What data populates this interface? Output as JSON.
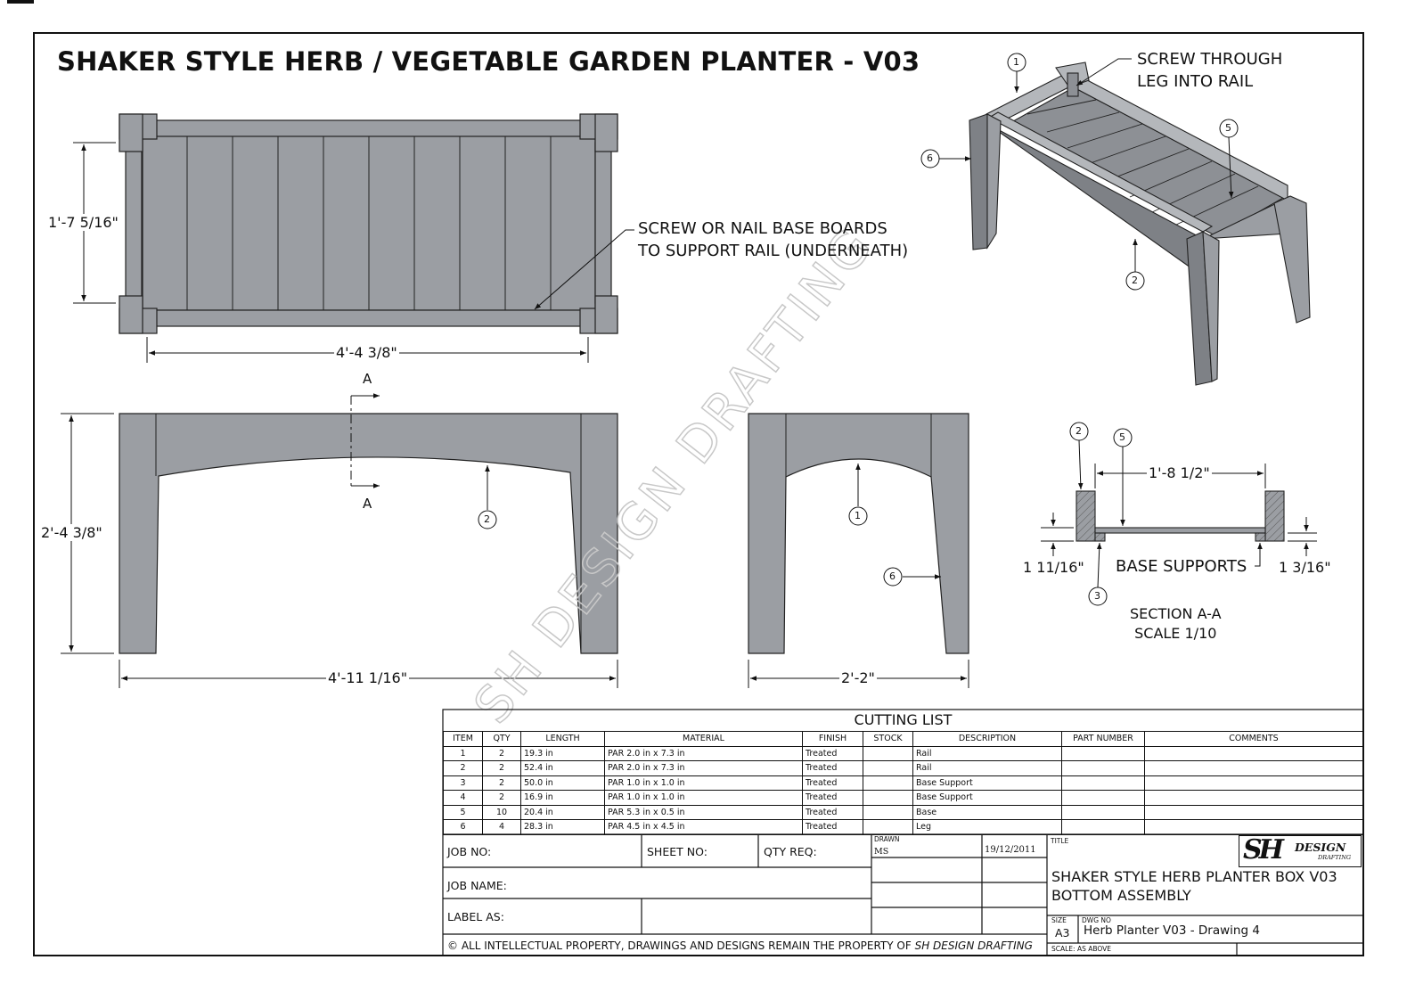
{
  "header": {
    "title": "SHAKER STYLE HERB / VEGETABLE GARDEN PLANTER - V03"
  },
  "notes": {
    "base_boards_line1": "SCREW OR NAIL BASE BOARDS",
    "base_boards_line2": "TO SUPPORT RAIL (UNDERNEATH)",
    "screw_line1": "SCREW THROUGH",
    "screw_line2": "LEG INTO RAIL",
    "base_supports": "BASE SUPPORTS",
    "section_line1": "SECTION A-A",
    "section_line2": "SCALE 1/10",
    "section_marker": "A",
    "watermark": "SH DESIGN DRAFTING"
  },
  "dimensions": {
    "top_depth": "1'-7 5/16\"",
    "top_length": "4'-4 3/8\"",
    "front_height": "2'-4 3/8\"",
    "front_length": "4'-11 1/16\"",
    "side_width": "2'-2\"",
    "section_inner": "1'-8 1/2\"",
    "section_left": "1 11/16\"",
    "section_right": "1 3/16\""
  },
  "balloons": {
    "b1": "1",
    "b2": "2",
    "b3": "3",
    "b5": "5",
    "b6": "6"
  },
  "cutting_list": {
    "title": "CUTTING LIST",
    "headers": [
      "ITEM",
      "QTY",
      "LENGTH",
      "MATERIAL",
      "FINISH",
      "STOCK",
      "DESCRIPTION",
      "PART NUMBER",
      "COMMENTS"
    ],
    "rows": [
      {
        "item": "1",
        "qty": "2",
        "length": "19.3 in",
        "material": "PAR 2.0 in x 7.3 in",
        "finish": "Treated",
        "stock": "",
        "description": "Rail",
        "part": "",
        "comments": ""
      },
      {
        "item": "2",
        "qty": "2",
        "length": "52.4 in",
        "material": "PAR 2.0 in x 7.3 in",
        "finish": "Treated",
        "stock": "",
        "description": "Rail",
        "part": "",
        "comments": ""
      },
      {
        "item": "3",
        "qty": "2",
        "length": "50.0 in",
        "material": "PAR 1.0 in x 1.0 in",
        "finish": "Treated",
        "stock": "",
        "description": "Base Support",
        "part": "",
        "comments": ""
      },
      {
        "item": "4",
        "qty": "2",
        "length": "16.9 in",
        "material": "PAR 1.0 in x 1.0 in",
        "finish": "Treated",
        "stock": "",
        "description": "Base Support",
        "part": "",
        "comments": ""
      },
      {
        "item": "5",
        "qty": "10",
        "length": "20.4 in",
        "material": "PAR 5.3 in x 0.5 in",
        "finish": "Treated",
        "stock": "",
        "description": "Base",
        "part": "",
        "comments": ""
      },
      {
        "item": "6",
        "qty": "4",
        "length": "28.3 in",
        "material": "PAR 4.5 in x 4.5 in",
        "finish": "Treated",
        "stock": "",
        "description": "Leg",
        "part": "",
        "comments": ""
      }
    ]
  },
  "title_block": {
    "job_no": "JOB NO:",
    "sheet_no": "SHEET NO:",
    "qty_req": "QTY REQ:",
    "job_name": "JOB NAME:",
    "label_as": "LABEL AS:",
    "drawn_label": "DRAWN",
    "drawn_by": "MS",
    "date": "19/12/2011",
    "title_label": "TITLE",
    "title_line1": "SHAKER STYLE HERB PLANTER BOX V03",
    "title_line2": "BOTTOM ASSEMBLY",
    "size_label": "SIZE",
    "size": "A3",
    "dwg_label": "DWG NO",
    "dwg_no": "Herb Planter V03 - Drawing 4",
    "scale_label": "SCALE: AS ABOVE",
    "copyright_prefix": "© ALL INTELLECTUAL PROPERTY, DRAWINGS AND DESIGNS REMAIN THE PROPERTY OF",
    "copyright_company": "SH DESIGN DRAFTING",
    "logo_main": "SH",
    "logo_sub1": "DESIGN",
    "logo_sub2": "DRAFTING"
  }
}
